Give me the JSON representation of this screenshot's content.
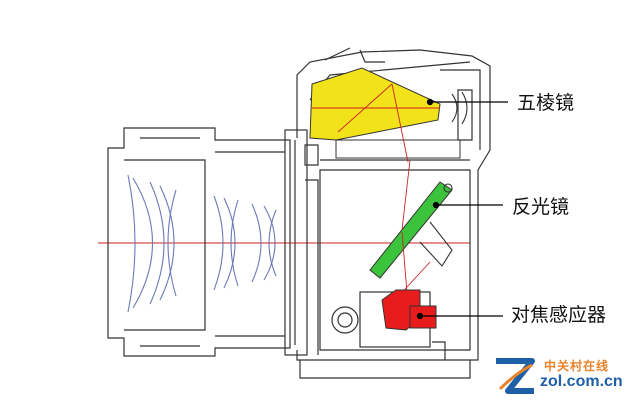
{
  "labels": {
    "pentaprism": "五棱镜",
    "reflex_mirror": "反光镜",
    "af_sensor": "对焦感应器"
  },
  "watermark": {
    "brand_cn": "中关村在线",
    "brand_url": "zol.com.cn"
  },
  "colors": {
    "pentaprism": "#f2e21a",
    "reflex_mirror": "#3cc33c",
    "af_sensor": "#e81c1c",
    "light_path": "#cc2222",
    "outline": "#333333",
    "lens_outline": "#6a7ab8"
  }
}
